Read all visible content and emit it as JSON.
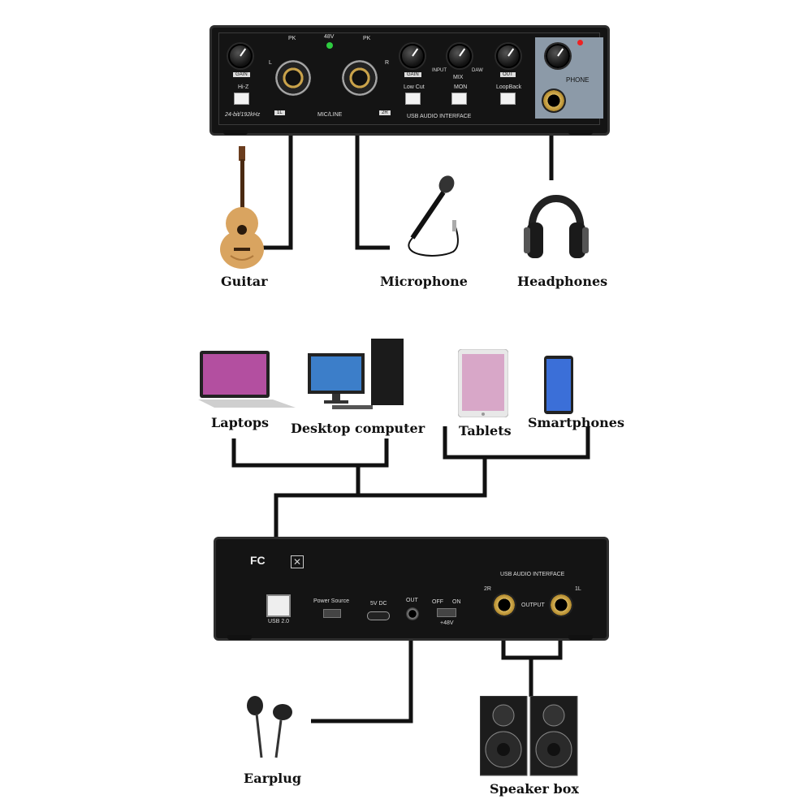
{
  "front_panel": {
    "gain_label": "GAIN",
    "hiz_label": "Hi-Z",
    "bitrate_label": "24-bit/192kHz",
    "ch1_badge": "1L",
    "ch2_badge": "2R",
    "micline_label": "MIC/LINE",
    "pk_label": "PK",
    "phantom_label": "48V",
    "l_label": "L",
    "r_label": "R",
    "lowcut_label": "Low Cut",
    "input_label": "INPUT",
    "mix_label": "MIX",
    "daw_label": "DAW",
    "mon_label": "MON",
    "out_label": "OUT",
    "loopback_label": "LoopBack",
    "usb_interface_label": "USB AUDIO INTERFACE",
    "phone_label": "PHONE"
  },
  "inputs": {
    "guitar": "Guitar",
    "microphone": "Microphone",
    "headphones": "Headphones"
  },
  "devices": {
    "laptops": "Laptops",
    "desktop": "Desktop computer",
    "tablets": "Tablets",
    "smartphones": "Smartphones"
  },
  "rear_panel": {
    "usb_interface_label": "USB AUDIO INTERFACE",
    "power_source_label": "Power Source",
    "dc_label": "5V DC",
    "out_label": "OUT",
    "off_label": "OFF",
    "on_label": "ON",
    "phantom_label": "+48V",
    "usb_label": "USB 2.0",
    "ch2_label": "2R",
    "ch1_label": "1L",
    "output_label": "OUTPUT",
    "fc_label": "FC"
  },
  "outputs": {
    "earplug": "Earplug",
    "speaker": "Speaker box"
  },
  "colors": {
    "panel": "#141414",
    "wire": "#111111",
    "gold": "#c9a24a"
  }
}
